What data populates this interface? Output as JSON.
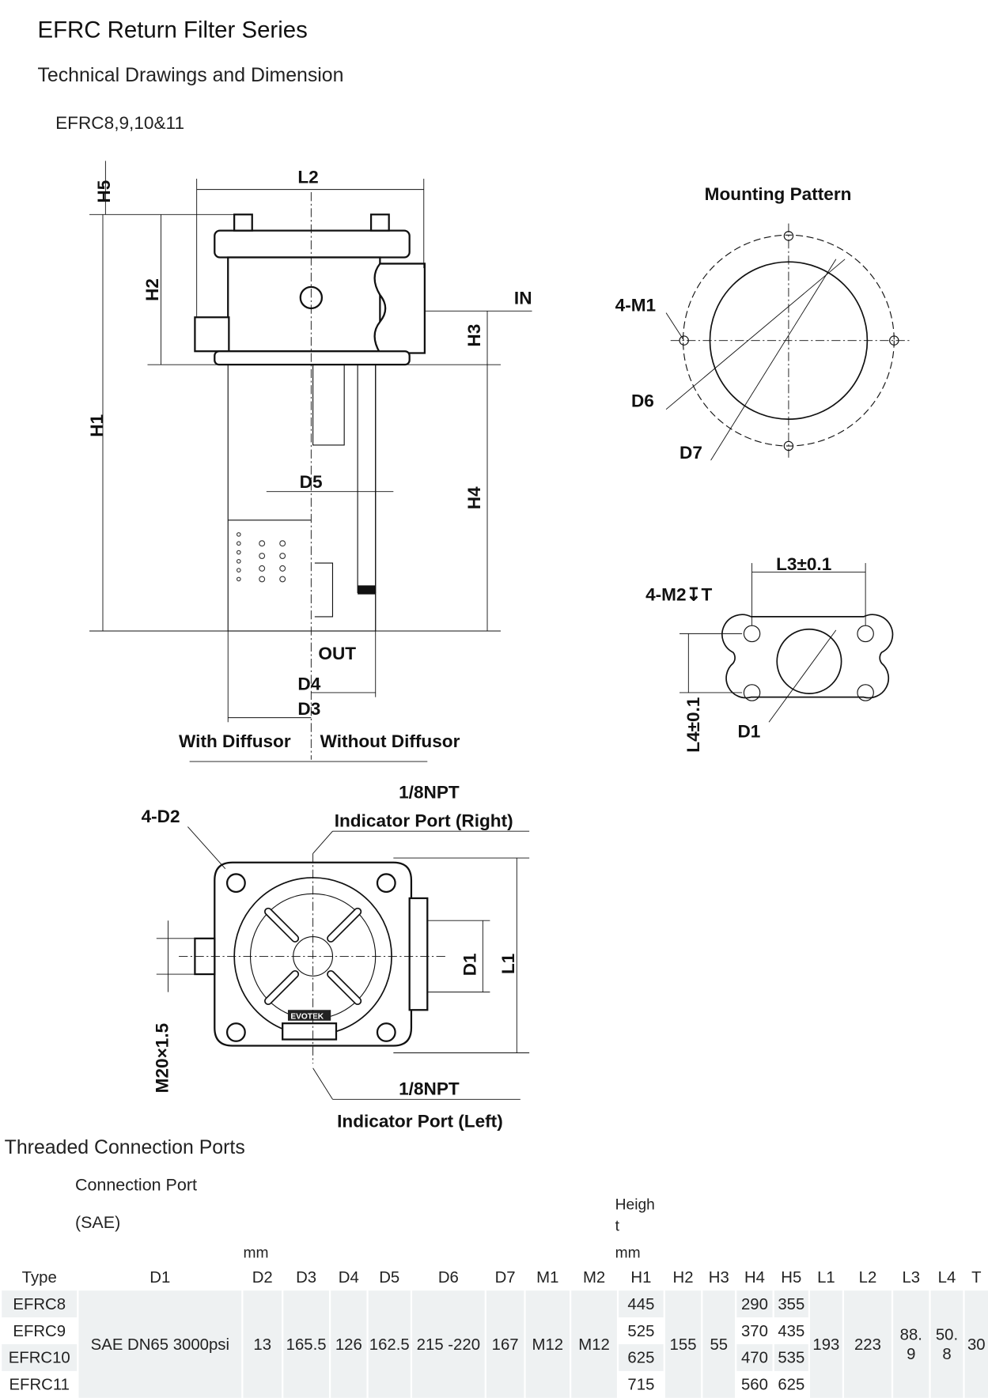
{
  "title": "EFRC Return Filter Series",
  "subtitle": "Technical Drawings and Dimension",
  "model_group": "EFRC8,9,10&11",
  "drawing_labels": {
    "H5": "H5",
    "L2": "L2",
    "H2": "H2",
    "H1": "H1",
    "IN": "IN",
    "H3": "H3",
    "D5": "D5",
    "H4": "H4",
    "OUT": "OUT",
    "D4": "D4",
    "D3": "D3",
    "with_diffusor": "With Diffusor",
    "without_diffusor": "Without Diffusor",
    "mounting_pattern": "Mounting Pattern",
    "M1": "4-M1",
    "D6": "D6",
    "D7": "D7",
    "L3": "L3±0.1",
    "M2": "4-M2↧T",
    "L4": "L4±0.1",
    "D1_flange": "D1",
    "D2": "4-D2",
    "npt_right": "1/8NPT",
    "indicator_right": "Indicator Port (Right)",
    "D1": "D1",
    "L1": "L1",
    "M20": "M20×1.5",
    "npt_left": "1/8NPT",
    "indicator_left": "Indicator Port (Left)",
    "logo": "EVOTEK"
  },
  "section_title": "Threaded Connection Ports",
  "table": {
    "pre_header": {
      "connection_port": "Connection Port",
      "sae": "(SAE)",
      "height_1": "Heigh",
      "height_2": "t",
      "mm_d": "mm",
      "mm_h": "mm"
    },
    "columns": [
      "Type",
      "D1",
      "D2",
      "D3",
      "D4",
      "D5",
      "D6",
      "D7",
      "M1",
      "M2",
      "H1",
      "H2",
      "H3",
      "H4",
      "H5",
      "L1",
      "L2",
      "L3",
      "L4",
      "T"
    ],
    "rows": [
      {
        "type": "EFRC8",
        "H1": "445",
        "H4": "290",
        "H5": "355"
      },
      {
        "type": "EFRC9",
        "H1": "525",
        "H4": "370",
        "H5": "435"
      },
      {
        "type": "EFRC10",
        "H1": "625",
        "H4": "470",
        "H5": "535"
      },
      {
        "type": "EFRC11",
        "H1": "715",
        "H4": "560",
        "H5": "625"
      }
    ],
    "shared": {
      "D1": "SAE DN65  3000psi",
      "D2": "13",
      "D3": "165.5",
      "D4": "126",
      "D5": "162.5",
      "D6": "215 -220",
      "D7": "167",
      "M1": "M12",
      "M2": "M12",
      "H2": "155",
      "H3": "55",
      "L1": "193",
      "L2": "223",
      "L3": "88.\n9",
      "L4": "50.\n8",
      "T": "30"
    }
  }
}
